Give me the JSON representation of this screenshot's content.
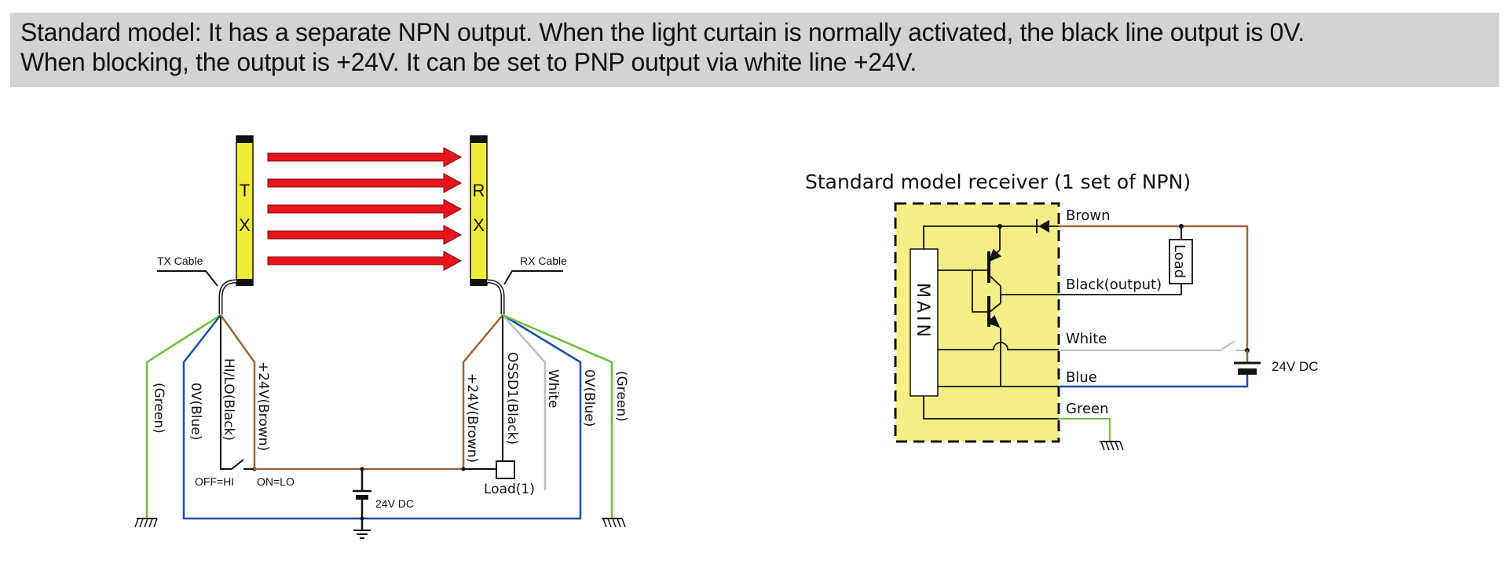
{
  "banner": {
    "line1": "Standard model: It has a separate NPN output. When the light curtain is normally activated, the black line output is 0V.",
    "line2": "When blocking, the output is +24V. It can be set to PNP output via white line +24V."
  },
  "left_diagram": {
    "emitter": {
      "letters": [
        "T",
        "X"
      ],
      "cable_label": "TX Cable"
    },
    "receiver": {
      "letters": [
        "R",
        "X"
      ],
      "cable_label": "RX Cable"
    },
    "beam_count": 5,
    "tx_wires": {
      "green": "(Green)",
      "blue": "0V(Blue)",
      "black": "HI/LO(Black)",
      "brown": "+24V(Brown)"
    },
    "rx_wires": {
      "brown": "+24V(Brown)",
      "black": "OSSD1(Black)",
      "white": "White",
      "blue": "0V(Blue)",
      "green": "(Green)"
    },
    "switch_off_label": "OFF=HI",
    "switch_on_label": "ON=LO",
    "supply_label": "24V DC",
    "load_label": "Load(1)"
  },
  "right_diagram": {
    "title": "Standard model receiver (1 set of NPN)",
    "main_label": "MAIN",
    "wires": {
      "brown": "Brown",
      "black": "Black(output)",
      "white": "White",
      "blue": "Blue",
      "green": "Green"
    },
    "load_label": "Load",
    "supply_label": "24V DC"
  },
  "colors": {
    "banner_bg": "#d3d3d5",
    "housing_yellow": "#f0ea3a",
    "receiver_box_yellow": "#f3ef86",
    "beam_red": "#e8141c",
    "wire_green": "#6abf3a",
    "wire_blue": "#1e4fa8",
    "wire_brown": "#9c6434",
    "wire_white": "#bdbdbd",
    "wire_black": "#111111"
  }
}
